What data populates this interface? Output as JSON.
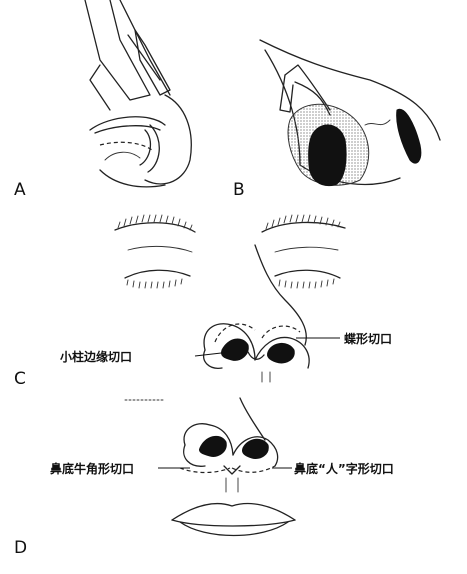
{
  "panels": {
    "a": {
      "label": "A"
    },
    "b": {
      "label": "B"
    },
    "c": {
      "label": "C",
      "callouts": {
        "columella_rim": "小柱边缘切口",
        "butterfly": "蝶形切口"
      }
    },
    "d": {
      "label": "D",
      "callouts": {
        "nasal_floor_horn": "鼻底牛角形切口",
        "nasal_floor_ren": "鼻底“人”字形切口"
      }
    }
  }
}
